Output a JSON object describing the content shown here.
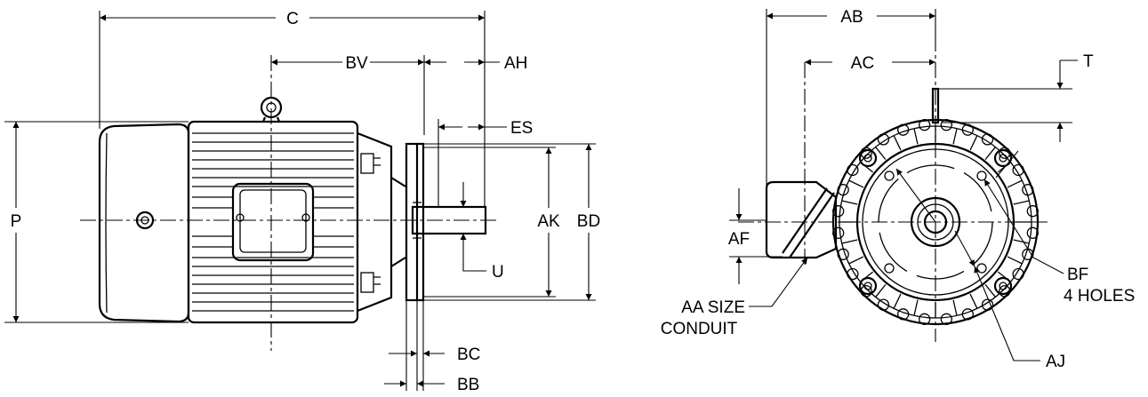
{
  "labels": {
    "C": "C",
    "BV": "BV",
    "AH": "AH",
    "ES": "ES",
    "P": "P",
    "AK": "AK",
    "BD": "BD",
    "U": "U",
    "BC": "BC",
    "BB": "BB",
    "AB": "AB",
    "AC": "AC",
    "T": "T",
    "AF": "AF",
    "AA": "AA SIZE",
    "CONDUIT": "CONDUIT",
    "BF": "BF",
    "HOLES": "4 HOLES",
    "AJ": "AJ"
  }
}
